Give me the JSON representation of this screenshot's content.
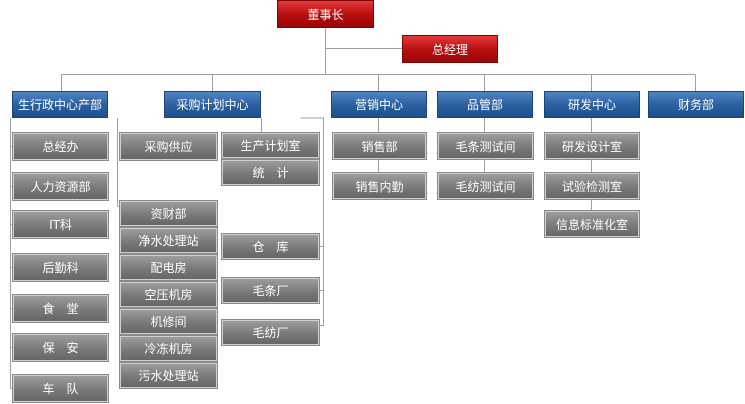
{
  "top": {
    "chairman": "董事长",
    "gm": "总经理"
  },
  "departments": [
    {
      "id": "d1",
      "label": "生行政中心产部"
    },
    {
      "id": "d2",
      "label": "采购计划中心"
    },
    {
      "id": "d3",
      "label": "营销中心"
    },
    {
      "id": "d4",
      "label": "品管部"
    },
    {
      "id": "d5",
      "label": "研发中心"
    },
    {
      "id": "d6",
      "label": "财务部"
    }
  ],
  "admin_units": [
    "总经办",
    "人力资源部",
    "IT科",
    "后勤科",
    "食　堂",
    "保　安",
    "车　队"
  ],
  "purchase_left_units": [
    "采购供应",
    "资财部",
    "净水处理站",
    "配电房",
    "空压机房",
    "机修间",
    "冷冻机房",
    "污水处理站"
  ],
  "purchase_right_units": [
    "生产计划室",
    "统　计",
    "仓　库",
    "毛条厂",
    "毛纺厂"
  ],
  "sales_units": [
    "销售部",
    "销售内勤"
  ],
  "qc_units": [
    "毛条测试间",
    "毛纺测试间"
  ],
  "rd_units": [
    "研发设计室",
    "试验检测室",
    "信息标准化室"
  ],
  "colors": {
    "red": "#b50d0d",
    "blue": "#2a5f9f",
    "gray": "#7a7a7a",
    "line": "#a0a0a0"
  }
}
